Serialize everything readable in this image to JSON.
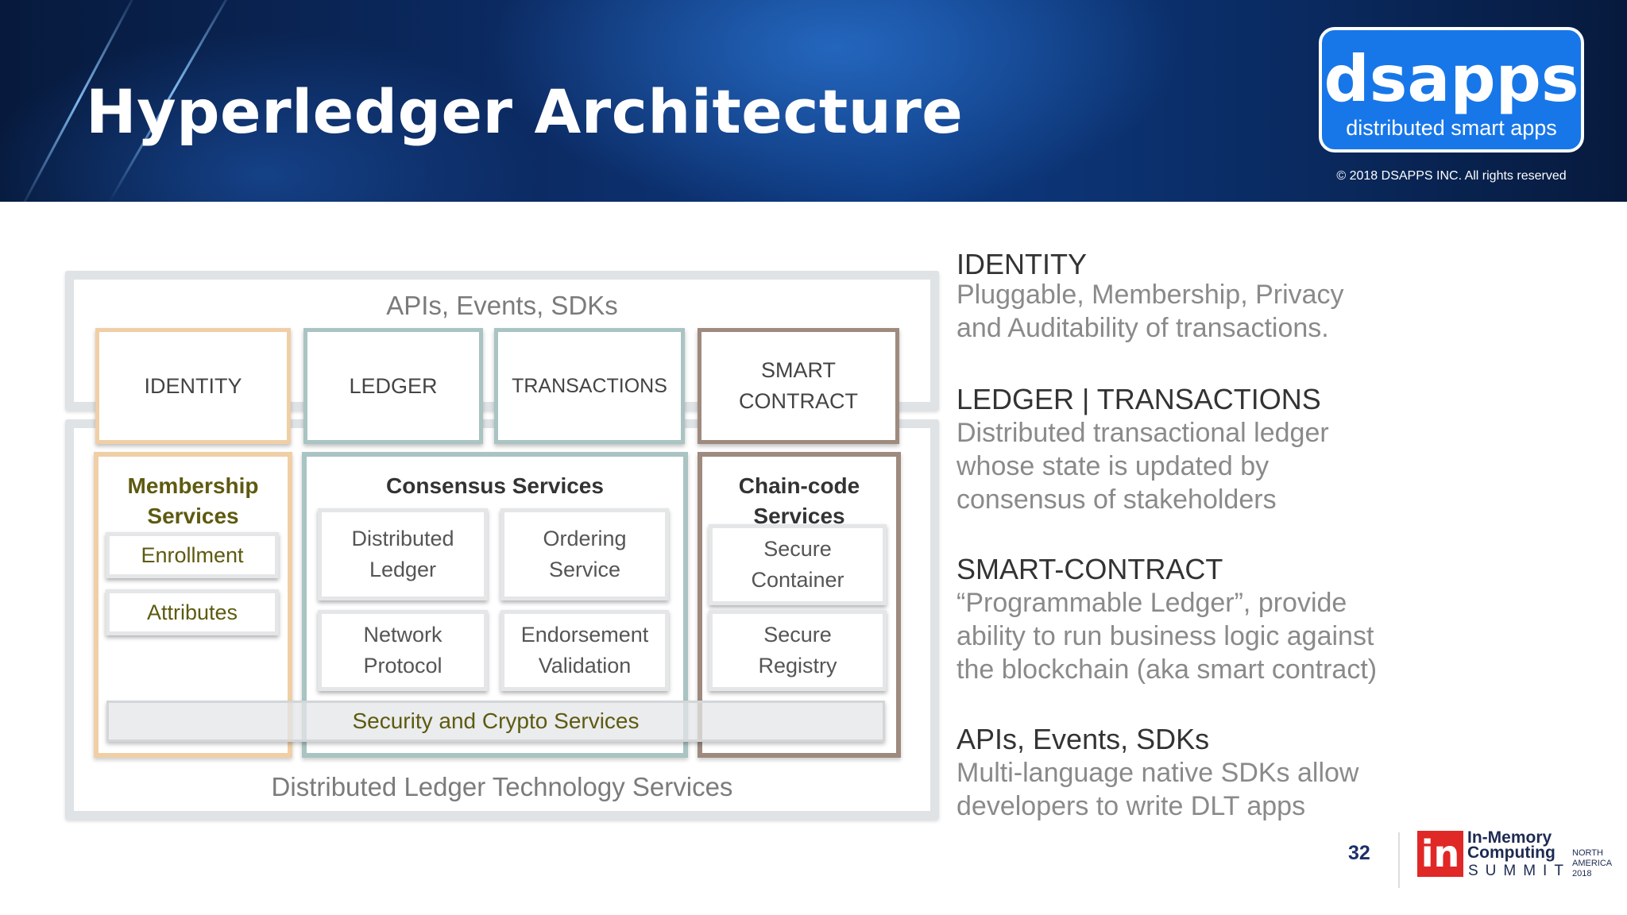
{
  "header": {
    "title": "Hyperledger Architecture",
    "logo_brand": "dsapps",
    "logo_tagline": "distributed smart apps",
    "copyright": "© 2018 DSAPPS INC. All rights reserved"
  },
  "diagram": {
    "apis_label": "APIs, Events, SDKs",
    "dlt_label": "Distributed Ledger Technology Services",
    "top_boxes": {
      "identity": "IDENTITY",
      "ledger": "LEDGER",
      "transactions": "TRANSACTIONS",
      "smart_line1": "SMART",
      "smart_line2": "CONTRACT"
    },
    "membership": {
      "title_line1": "Membership",
      "title_line2": "Services",
      "enrollment": "Enrollment",
      "attributes": "Attributes"
    },
    "consensus": {
      "title": "Consensus Services",
      "distributed_line1": "Distributed",
      "distributed_line2": "Ledger",
      "ordering_line1": "Ordering",
      "ordering_line2": "Service",
      "network_line1": "Network",
      "network_line2": "Protocol",
      "endorsement_line1": "Endorsement",
      "endorsement_line2": "Validation"
    },
    "chaincode": {
      "title_line1": "Chain-code",
      "title_line2": "Services",
      "container_line1": "Secure",
      "container_line2": "Container",
      "registry_line1": "Secure",
      "registry_line2": "Registry"
    },
    "security": "Security and Crypto Services",
    "colors": {
      "identity": "#f0cfa6",
      "ledger": "#a9c4c2",
      "smart": "#9e8a7e",
      "membership_text": "#5e5a10",
      "panel": "#dfe3e6"
    }
  },
  "descriptions": {
    "identity_head": "IDENTITY",
    "identity_l1": "Pluggable, Membership, Privacy",
    "identity_l2": "and Auditability of transactions.",
    "ledger_head": "LEDGER | TRANSACTIONS",
    "ledger_l1": "Distributed transactional ledger",
    "ledger_l2": "whose state is updated by",
    "ledger_l3": "consensus of stakeholders",
    "smart_head": "SMART-CONTRACT",
    "smart_l1": "“Programmable Ledger”, provide",
    "smart_l2": "ability to run business logic against",
    "smart_l3": "the blockchain (aka smart contract)",
    "apis_head": "APIs, Events, SDKs",
    "apis_l1": "Multi-language native SDKs allow",
    "apis_l2": "developers to write DLT apps"
  },
  "footer": {
    "page_number": "32",
    "imc_mark": "in",
    "imc_line1": "In-Memory",
    "imc_line2": "Computing",
    "imc_line3": "SUMMIT",
    "imc_side1": "NORTH",
    "imc_side2": "AMERICA",
    "imc_side3": "2018"
  }
}
